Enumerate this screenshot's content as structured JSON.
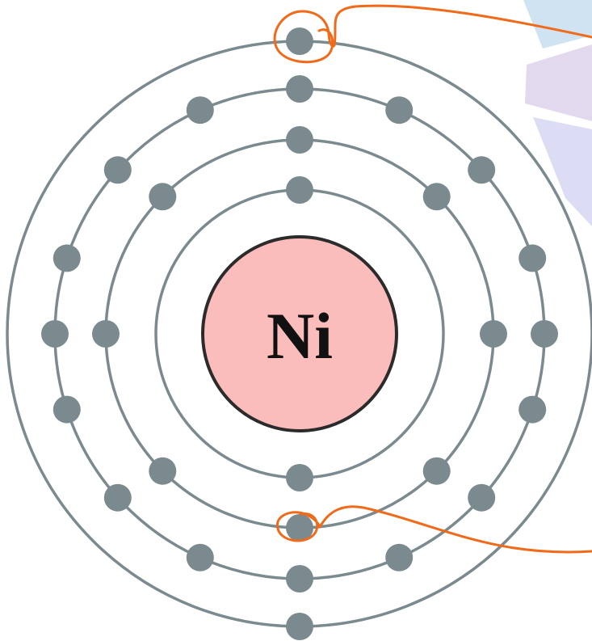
{
  "element": {
    "symbol": "Ni"
  },
  "shells": [
    {
      "electrons": 2
    },
    {
      "electrons": 8
    },
    {
      "electrons": 16
    },
    {
      "electrons": 2
    }
  ],
  "colors": {
    "orbit": "#7b8a8e",
    "electron": "#7b8a8e",
    "nucleus_fill": "#fbbcbc",
    "nucleus_stroke": "#2b2b2b",
    "annotation": "#f06a1a"
  }
}
